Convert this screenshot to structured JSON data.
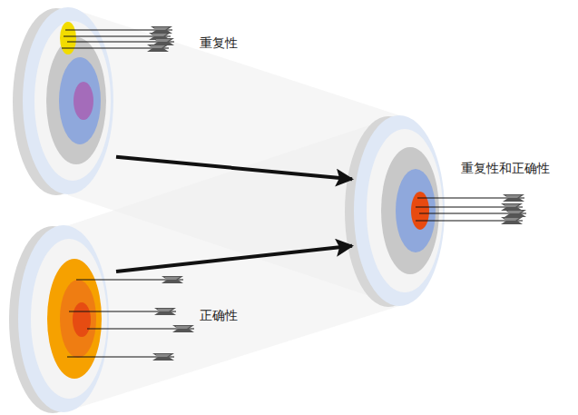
{
  "diagram": {
    "nodes": [
      {
        "text": [
          "重复性"
        ]
      },
      {
        "text": [
          "正确性"
        ]
      },
      {
        "text": [
          "重复性和正确性"
        ]
      }
    ],
    "edges": [
      {
        "from": 0,
        "to": 2,
        "arrow": "to"
      },
      {
        "from": 1,
        "to": 2,
        "arrow": "to"
      }
    ]
  }
}
